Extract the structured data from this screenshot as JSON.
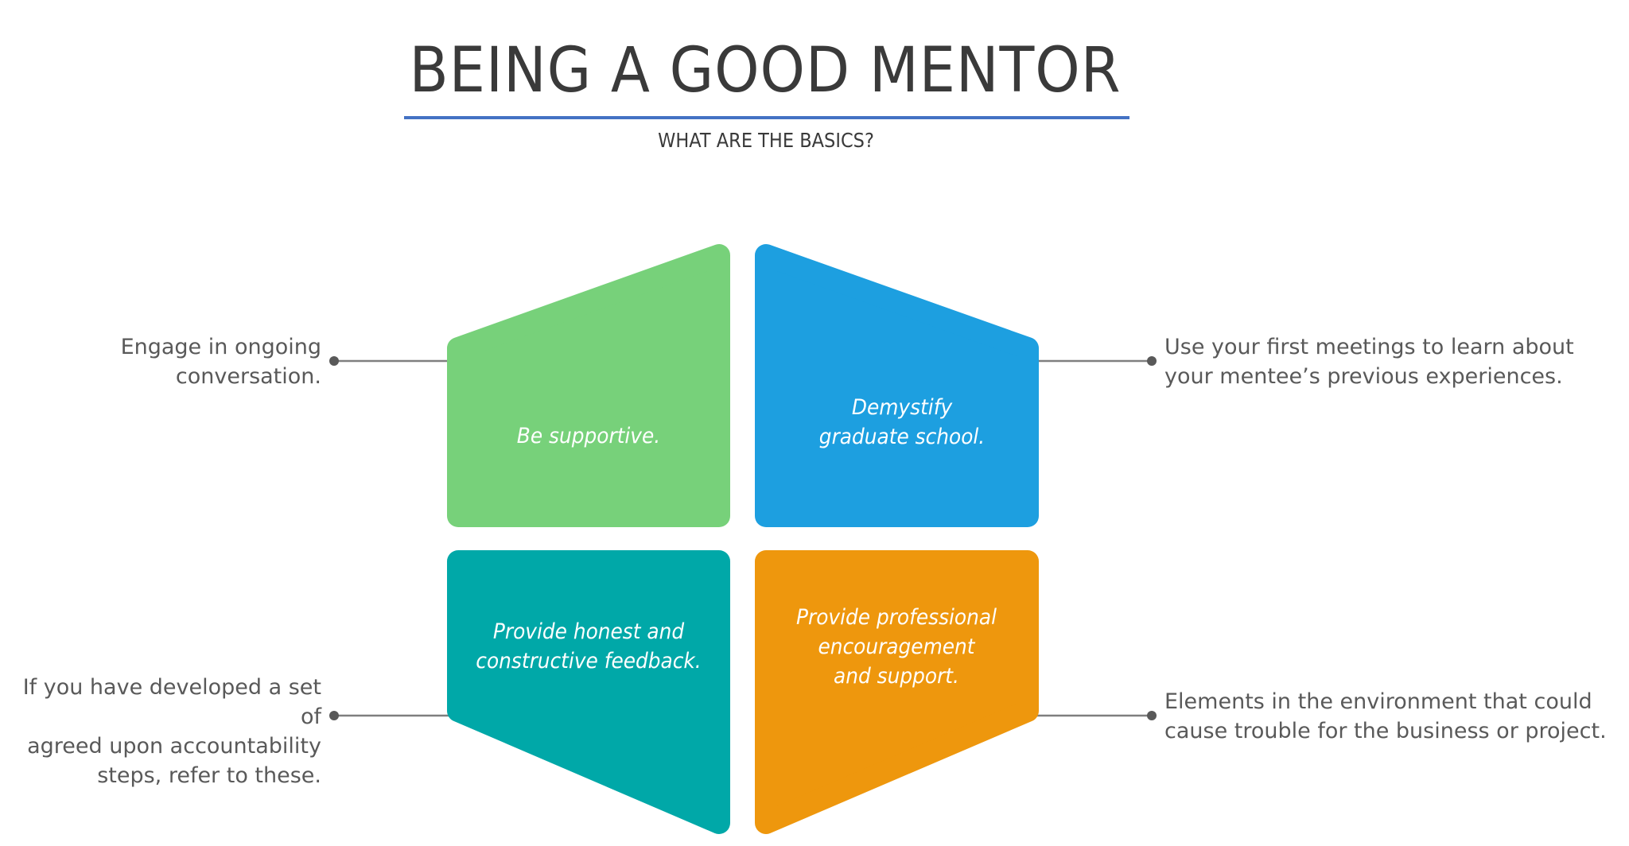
{
  "header": {
    "title": "BEING A GOOD MENTOR",
    "subtitle": "WHAT ARE THE BASICS?",
    "rule_color": "#4472C4"
  },
  "quadrants": [
    {
      "text": "Be supportive.",
      "color": "#77D17A"
    },
    {
      "text": "Demystify\ngraduate school.",
      "color": "#1D9FE0"
    },
    {
      "text": "Provide honest and\nconstructive feedback.",
      "color": "#00A8A8"
    },
    {
      "text": "Provide professional\nencouragement\nand support.",
      "color": "#EE970D"
    }
  ],
  "callouts": {
    "top_left": "Engage in ongoing\nconversation.",
    "top_right": "Use your first meetings to learn about\nyour mentee’s previous  experiences.",
    "bottom_left": "If you have developed a set of\nagreed upon accountability\nsteps, refer to these.",
    "bottom_right": "Elements in the environment that could\ncause trouble for the business or project."
  }
}
